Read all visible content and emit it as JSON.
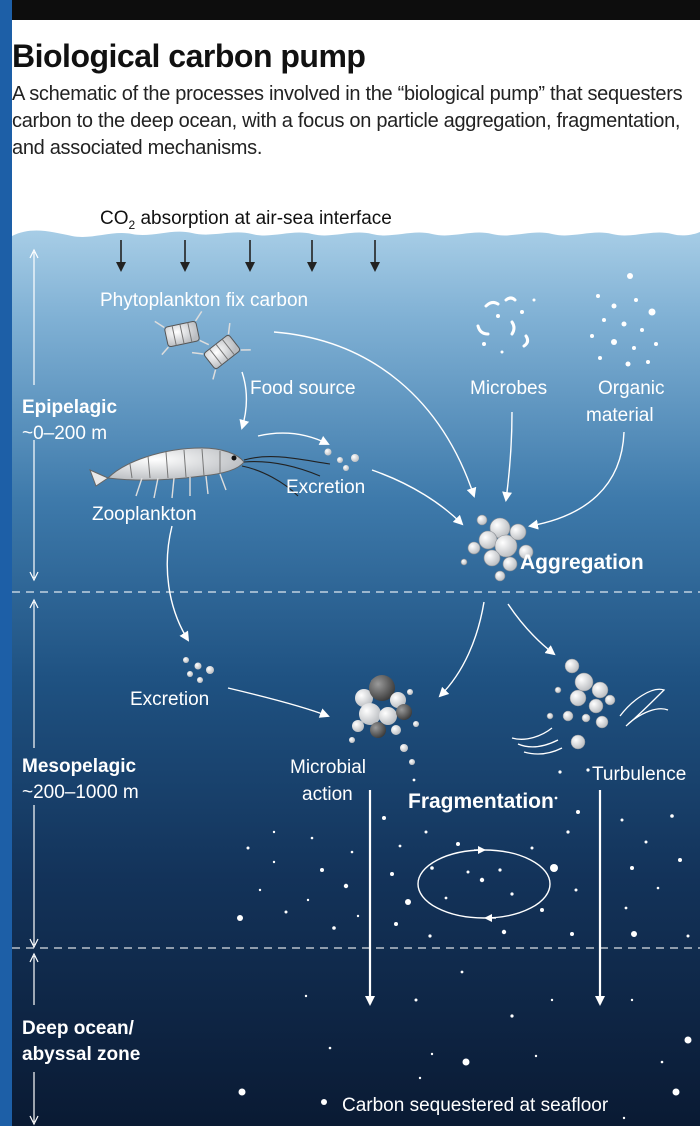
{
  "header": {
    "title": "Biological carbon pump",
    "subtitle": "A schematic of the processes involved in the “biological pump” that sequesters carbon to the deep ocean, with a focus on particle aggregation, fragmentation, and associated mechanisms."
  },
  "surface": {
    "co2_prefix": "CO",
    "co2_subscript": "2",
    "co2_rest": " absorption at air-sea interface"
  },
  "zones": {
    "epipelagic": {
      "name": "Epipelagic",
      "depth": "~0–200 m"
    },
    "mesopelagic": {
      "name": "Mesopelagic",
      "depth": "~200–1000 m"
    },
    "deep": {
      "name_line1": "Deep ocean/",
      "name_line2": "abyssal zone"
    }
  },
  "labels": {
    "phytoplankton": "Phytoplankton fix carbon",
    "food_source": "Food source",
    "microbes": "Microbes",
    "organic_line1": "Organic",
    "organic_line2": "material",
    "excretion_upper": "Excretion",
    "zooplankton": "Zooplankton",
    "aggregation": "Aggregation",
    "excretion_lower": "Excretion",
    "microbial_line1": "Microbial",
    "microbial_line2": "action",
    "turbulence": "Turbulence",
    "fragmentation": "Fragmentation",
    "seafloor": "Carbon sequestered at seafloor"
  },
  "colors": {
    "frame": "#1d5fa7",
    "ocean_surface": "#a7cde6",
    "ocean_mid": "#225a89",
    "ocean_deep": "#0a1a33",
    "label_light": "#ffffff"
  },
  "icons": [
    "phytoplankton-icon",
    "zooplankton-icon",
    "aggregate-icon",
    "turbulence-icon",
    "cycle-icon"
  ]
}
